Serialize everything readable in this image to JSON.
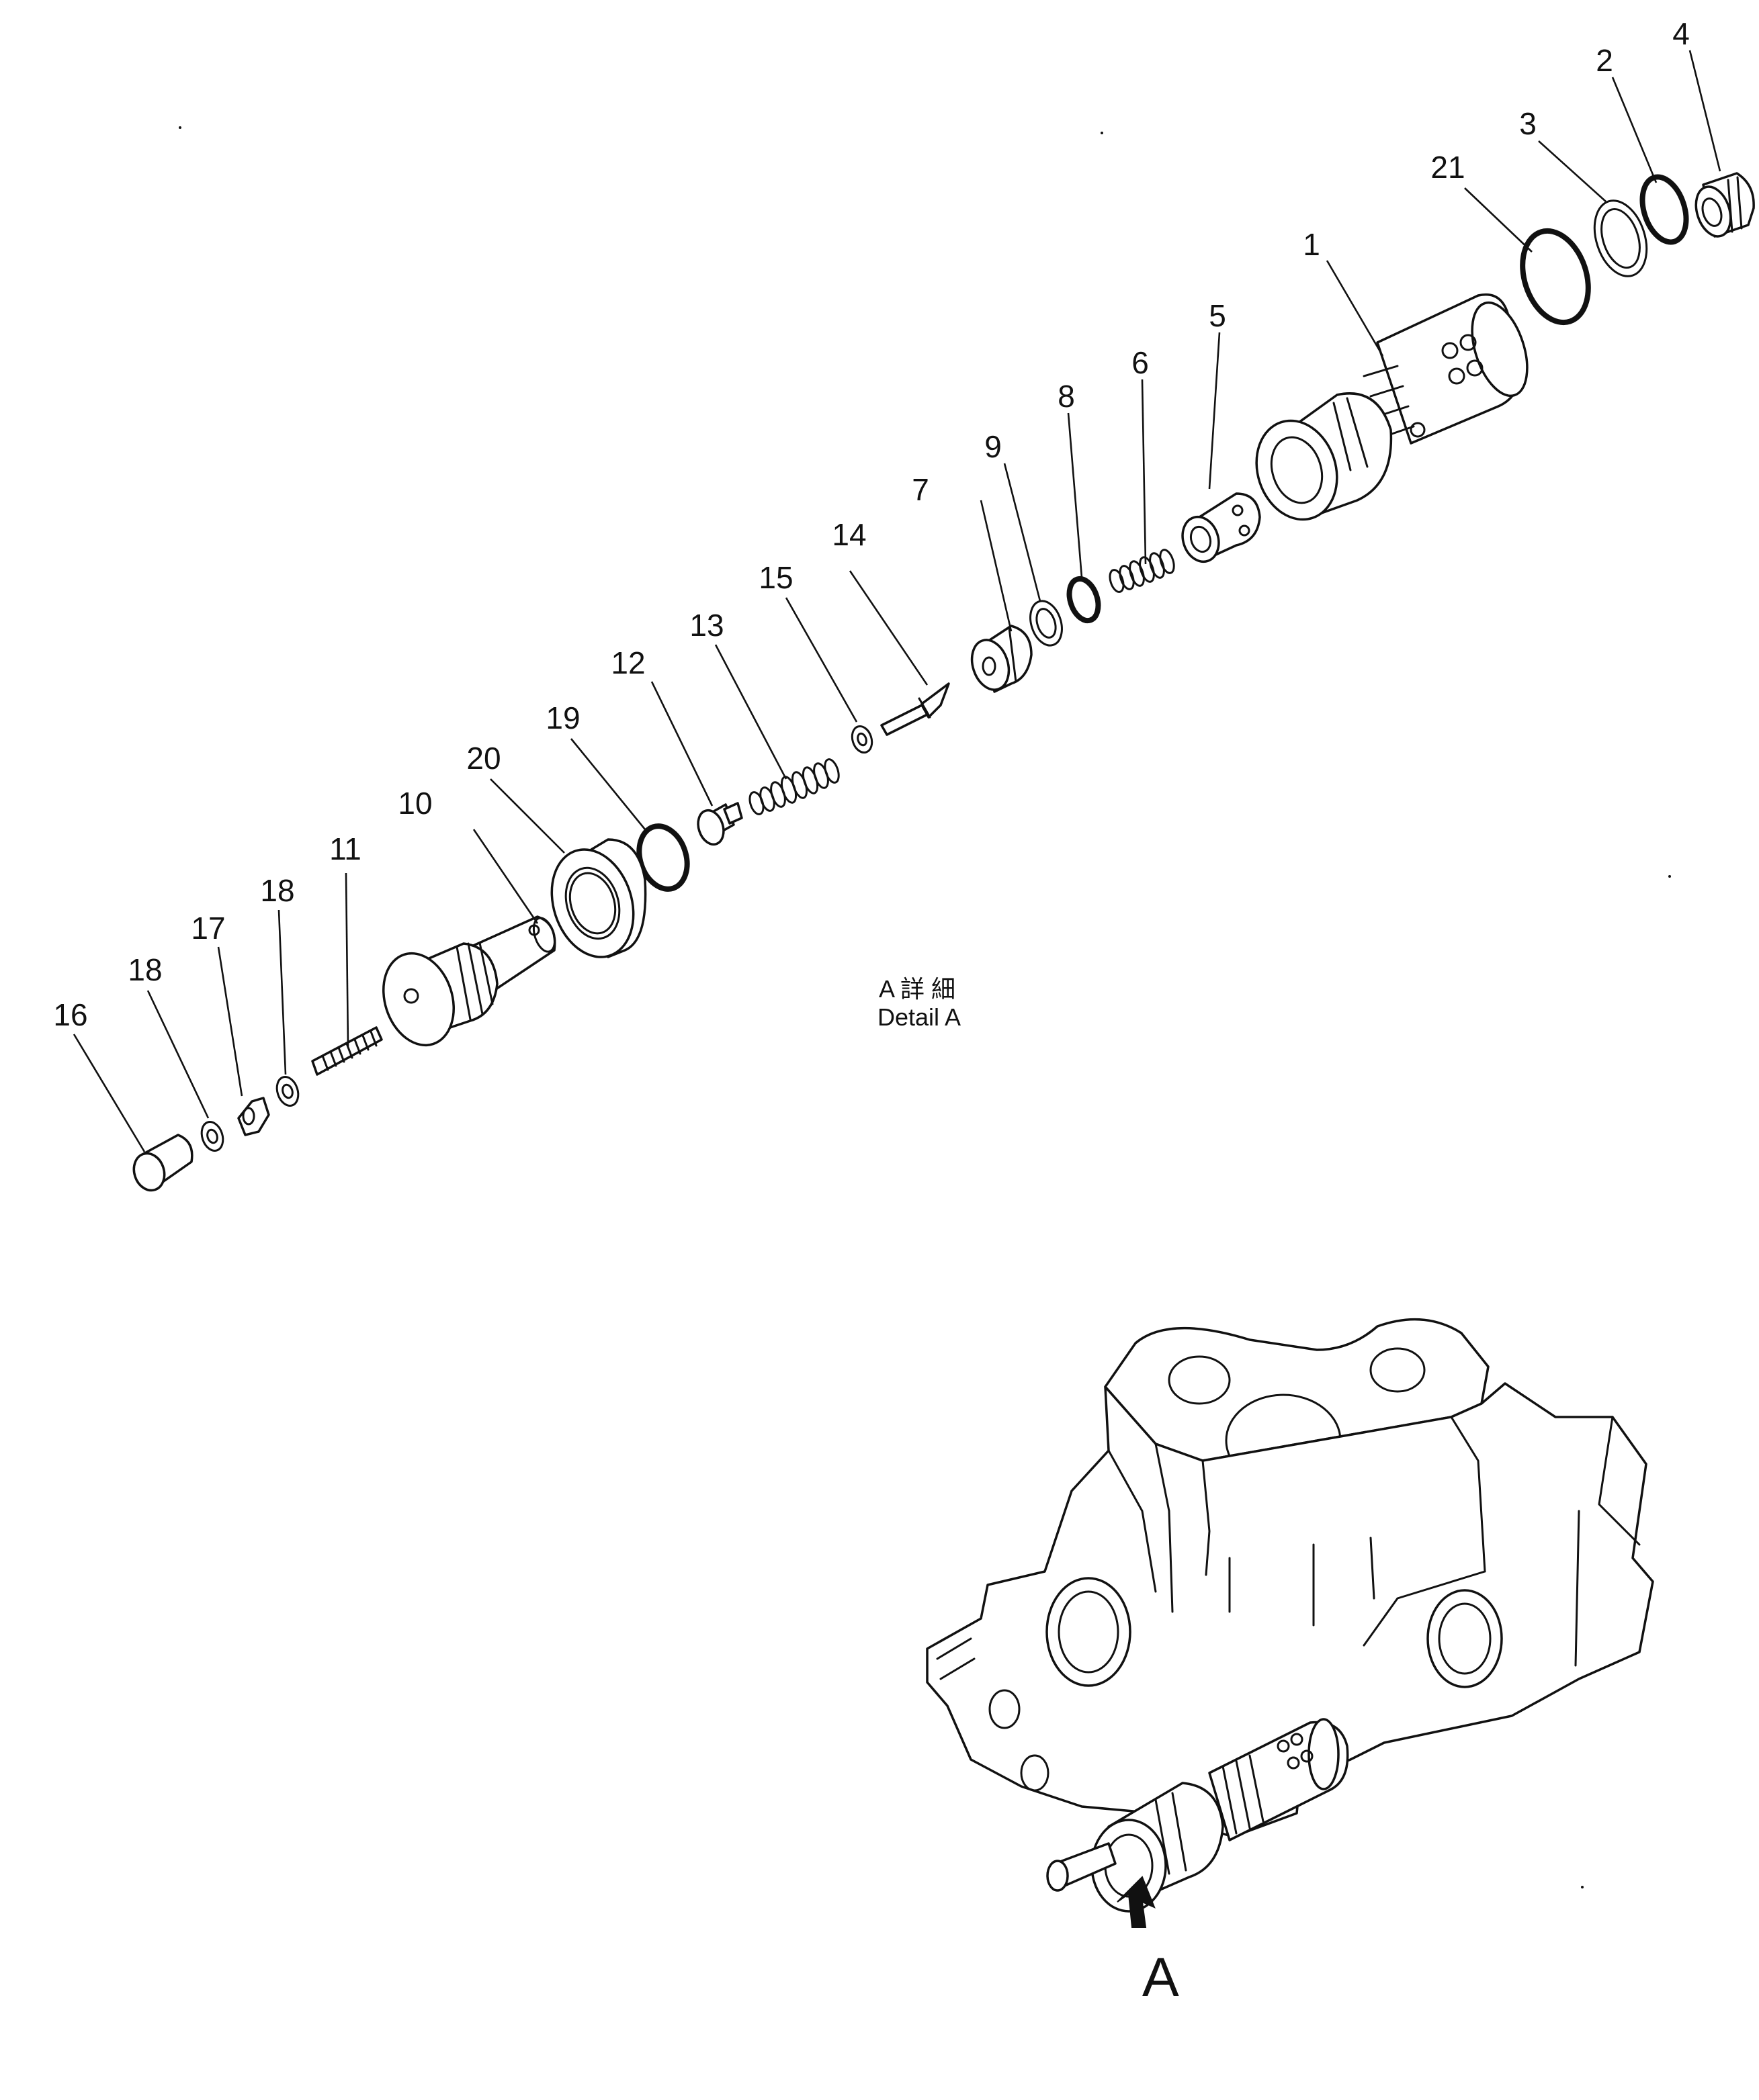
{
  "callouts": [
    {
      "id": "1",
      "label": "1"
    },
    {
      "id": "2",
      "label": "2"
    },
    {
      "id": "3",
      "label": "3"
    },
    {
      "id": "4",
      "label": "4"
    },
    {
      "id": "5",
      "label": "5"
    },
    {
      "id": "6",
      "label": "6"
    },
    {
      "id": "7",
      "label": "7"
    },
    {
      "id": "8",
      "label": "8"
    },
    {
      "id": "9",
      "label": "9"
    },
    {
      "id": "10",
      "label": "10"
    },
    {
      "id": "11",
      "label": "11"
    },
    {
      "id": "12",
      "label": "12"
    },
    {
      "id": "13",
      "label": "13"
    },
    {
      "id": "14",
      "label": "14"
    },
    {
      "id": "15",
      "label": "15"
    },
    {
      "id": "16",
      "label": "16"
    },
    {
      "id": "17",
      "label": "17"
    },
    {
      "id": "18a",
      "label": "18"
    },
    {
      "id": "18b",
      "label": "18"
    },
    {
      "id": "19",
      "label": "19"
    },
    {
      "id": "20",
      "label": "20"
    },
    {
      "id": "21",
      "label": "21"
    }
  ],
  "detail_caption": {
    "line1": "A 詳 細",
    "line2": "Detail A"
  },
  "view_marker": {
    "label": "A"
  }
}
